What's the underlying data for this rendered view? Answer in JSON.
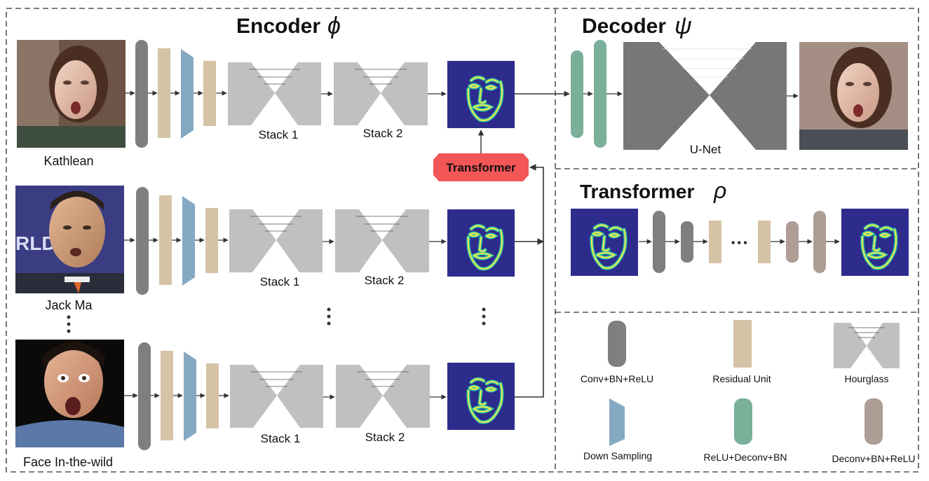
{
  "encoder": {
    "title": "Encoder",
    "symbol": "ϕ"
  },
  "decoder": {
    "title": "Decoder",
    "symbol": "ψ",
    "unet_label": "U-Net"
  },
  "transformer_panel": {
    "title": "Transformer",
    "symbol": "ρ",
    "ellipsis": "···"
  },
  "transformer_box": {
    "label": "Transformer"
  },
  "rows": [
    {
      "name": "Kathlean",
      "stack1": "Stack 1",
      "stack2": "Stack 2"
    },
    {
      "name": "Jack Ma",
      "stack1": "Stack 1",
      "stack2": "Stack 2"
    },
    {
      "name": "Face In-the-wild",
      "stack1": "Stack 1",
      "stack2": "Stack 2"
    }
  ],
  "legend": [
    {
      "label": "Conv+BN+ReLU",
      "icon": "conv-bn-relu"
    },
    {
      "label": "Residual Unit",
      "icon": "residual-unit"
    },
    {
      "label": "Hourglass",
      "icon": "hourglass"
    },
    {
      "label": "Down Sampling",
      "icon": "down-sampling"
    },
    {
      "label": "ReLU+Deconv+BN",
      "icon": "relu-deconv-bn"
    },
    {
      "label": "Deconv+BN+ReLU",
      "icon": "deconv-bn-relu"
    }
  ],
  "colors": {
    "conv": "#7f7f7f",
    "residual": "#d5c3a6",
    "downsample": "#86a9c3",
    "hourglass": "#c0c0c0",
    "unet": "#777777",
    "deconv_green": "#7aaf9a",
    "deconv_brown": "#ad9d95",
    "heatmap_bg": "#2d2c8c",
    "transformer_box": "#f25656",
    "border": "#555555"
  }
}
